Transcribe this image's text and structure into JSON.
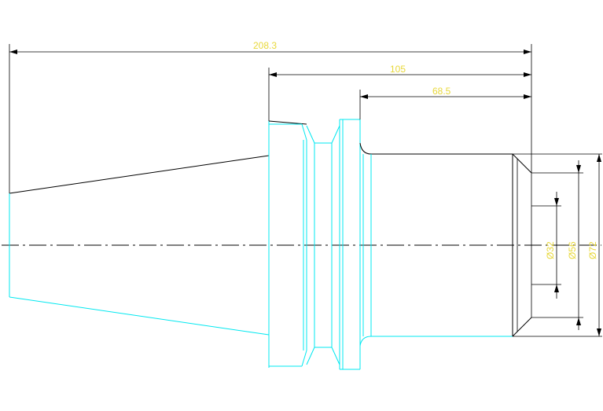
{
  "drawing": {
    "dimensions": {
      "overall_length": "208.3",
      "flange_to_end": "105",
      "shank_length": "68.5",
      "bore_diameter": "Ø32",
      "counterbore_diameter": "Ø56",
      "outer_diameter": "Ø72"
    },
    "colors": {
      "part_outline": "#00e8f0",
      "dimension_lines": "#000000",
      "dimension_text": "#e8d83a",
      "background": "#ffffff"
    }
  }
}
